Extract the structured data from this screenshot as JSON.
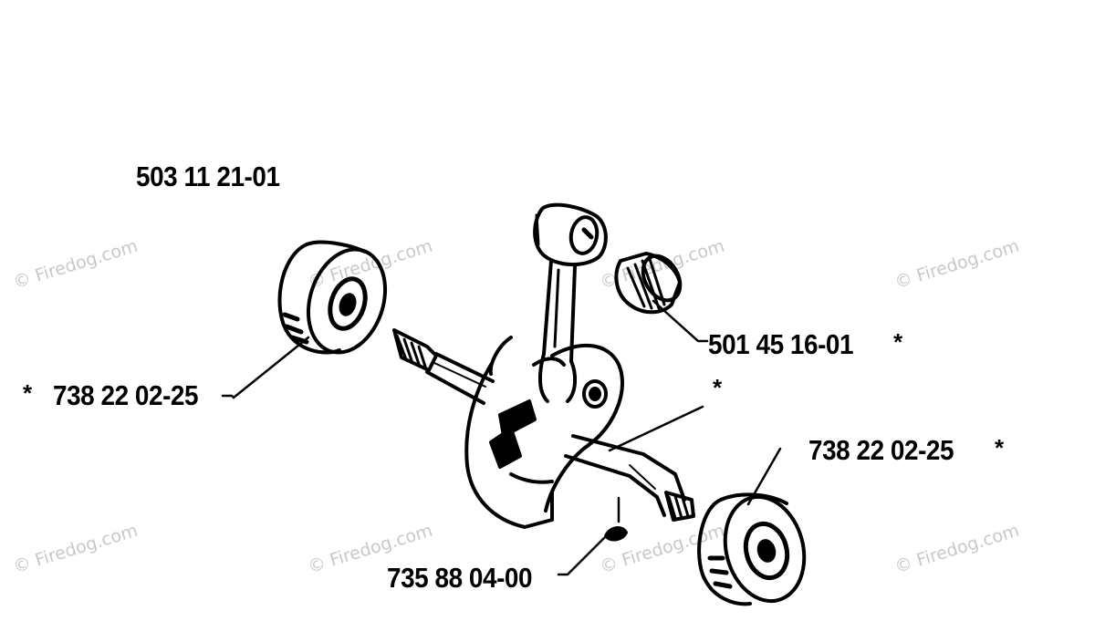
{
  "watermark": "© Firedog.com",
  "labels": {
    "assembly": "503 11 21-01",
    "bearing_left": "738 22 02-25",
    "needle_bearing": "501 45 16-01",
    "bearing_right": "738 22 02-25",
    "key": "735 88 04-00"
  },
  "star": "*"
}
